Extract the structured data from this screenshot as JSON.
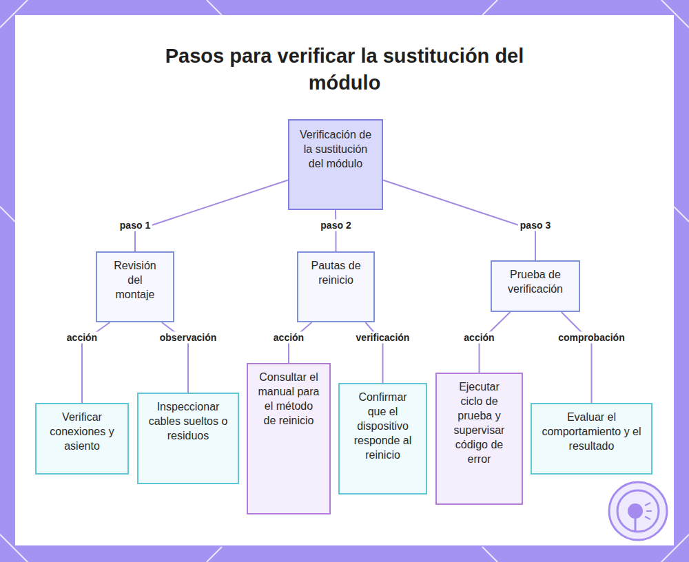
{
  "diagram": {
    "title": "Pasos para verificar la sustitución del módulo",
    "nodes": [
      {
        "text": [
          "Verificación de la sustitución del módulo"
        ]
      },
      {
        "text": [
          "Revisión del montaje"
        ]
      },
      {
        "text": [
          "Pautas de reinicio"
        ]
      },
      {
        "text": [
          "Prueba de verificación"
        ]
      },
      {
        "text": [
          "Verificar conexiones y asiento"
        ]
      },
      {
        "text": [
          "Inspeccionar cables sueltos o residuos"
        ]
      },
      {
        "text": [
          "Consultar el manual para el método de reinicio"
        ]
      },
      {
        "text": [
          "Confirmar que el dispositivo responde al reinicio"
        ]
      },
      {
        "text": [
          "Ejecutar ciclo de prueba y supervisar código de error"
        ]
      },
      {
        "text": [
          "Evaluar el comportamiento y el resultado"
        ]
      }
    ],
    "edges": [
      {
        "from": 0,
        "to": 1,
        "label": "paso 1",
        "arrow": "none"
      },
      {
        "from": 0,
        "to": 2,
        "label": "paso 2",
        "arrow": "none"
      },
      {
        "from": 0,
        "to": 3,
        "label": "paso 3",
        "arrow": "none"
      },
      {
        "from": 1,
        "to": 4,
        "label": "acción",
        "arrow": "none"
      },
      {
        "from": 1,
        "to": 5,
        "label": "observación",
        "arrow": "none"
      },
      {
        "from": 2,
        "to": 6,
        "label": "acción",
        "arrow": "none"
      },
      {
        "from": 2,
        "to": 7,
        "label": "verificación",
        "arrow": "none"
      },
      {
        "from": 3,
        "to": 8,
        "label": "acción",
        "arrow": "none"
      },
      {
        "from": 3,
        "to": 9,
        "label": "comprobación",
        "arrow": "none"
      }
    ]
  }
}
